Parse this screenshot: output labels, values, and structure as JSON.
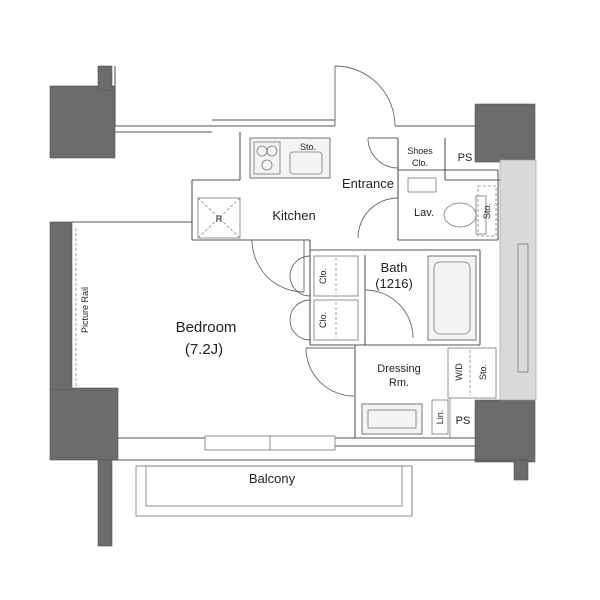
{
  "floorplan": {
    "rooms": {
      "bedroom": "Bedroom",
      "bedroom_size": "(7.2J)",
      "kitchen": "Kitchen",
      "entrance": "Entrance",
      "bath": "Bath",
      "bath_size": "(1216)",
      "dressing_line1": "Dressing",
      "dressing_line2": "Rm.",
      "balcony": "Balcony",
      "lav": "Lav."
    },
    "fixtures": {
      "shoes_line1": "Shoes",
      "shoes_line2": "Clo.",
      "ps_top": "PS",
      "ps_bottom": "PS",
      "sto_kitchen": "Sto.",
      "sto_toilet": "Sto.",
      "sto_dressing": "Sto.",
      "clo_upper": "Clo.",
      "clo_lower": "Clo.",
      "refrigerator": "R",
      "washer_dryer": "W/D",
      "linen": "Lin.",
      "picture_rail": "Picture Rail"
    }
  }
}
